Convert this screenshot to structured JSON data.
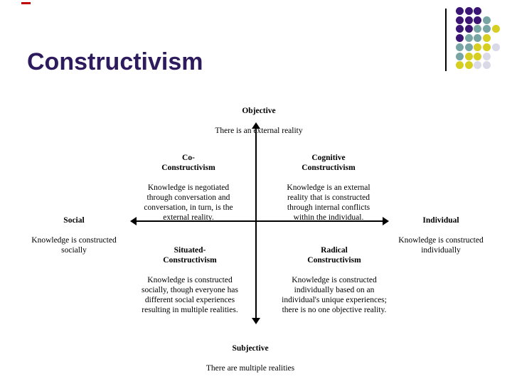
{
  "slide": {
    "title": "Constructivism",
    "title_color": "#2d1b5e"
  },
  "decoration": {
    "dot_colors": {
      "P": "#3b1574",
      "T": "#76a5a4",
      "Y": "#d6ce21",
      "L": "#d9d9e8"
    },
    "rows": [
      [
        "P",
        "P",
        "P",
        "",
        ""
      ],
      [
        "P",
        "P",
        "P",
        "T",
        ""
      ],
      [
        "P",
        "P",
        "T",
        "T",
        "Y"
      ],
      [
        "P",
        "T",
        "T",
        "Y",
        ""
      ],
      [
        "T",
        "T",
        "Y",
        "Y",
        "L"
      ],
      [
        "T",
        "Y",
        "Y",
        "L",
        ""
      ],
      [
        "Y",
        "Y",
        "L",
        "L",
        ""
      ]
    ]
  },
  "diagram": {
    "axes": {
      "top": {
        "label": "Objective",
        "desc": "There is an external reality"
      },
      "bottom": {
        "label": "Subjective",
        "desc": "There are multiple realities"
      },
      "left": {
        "label": "Social",
        "desc": "Knowledge is constructed\nsocially"
      },
      "right": {
        "label": "Individual",
        "desc": "Knowledge is constructed\nindividually"
      }
    },
    "quadrants": {
      "top_left": {
        "title": "Co-\nConstructivism",
        "body": "Knowledge is negotiated\nthrough conversation and\nconversation, in turn, is the\nexternal reality."
      },
      "top_right": {
        "title": "Cognitive\nConstructivism",
        "body": "Knowledge is an external\nreality that is constructed\nthrough internal conflicts\nwithin the individual."
      },
      "bottom_left": {
        "title": "Situated-\nConstructivism",
        "body": "Knowledge is constructed\nsocially, though everyone has\ndifferent social experiences\nresulting in multiple realities."
      },
      "bottom_right": {
        "title": "Radical\nConstructivism",
        "body": "Knowledge is constructed\nindividually based on an\nindividual's unique experiences;\nthere is no one objective reality."
      }
    }
  }
}
